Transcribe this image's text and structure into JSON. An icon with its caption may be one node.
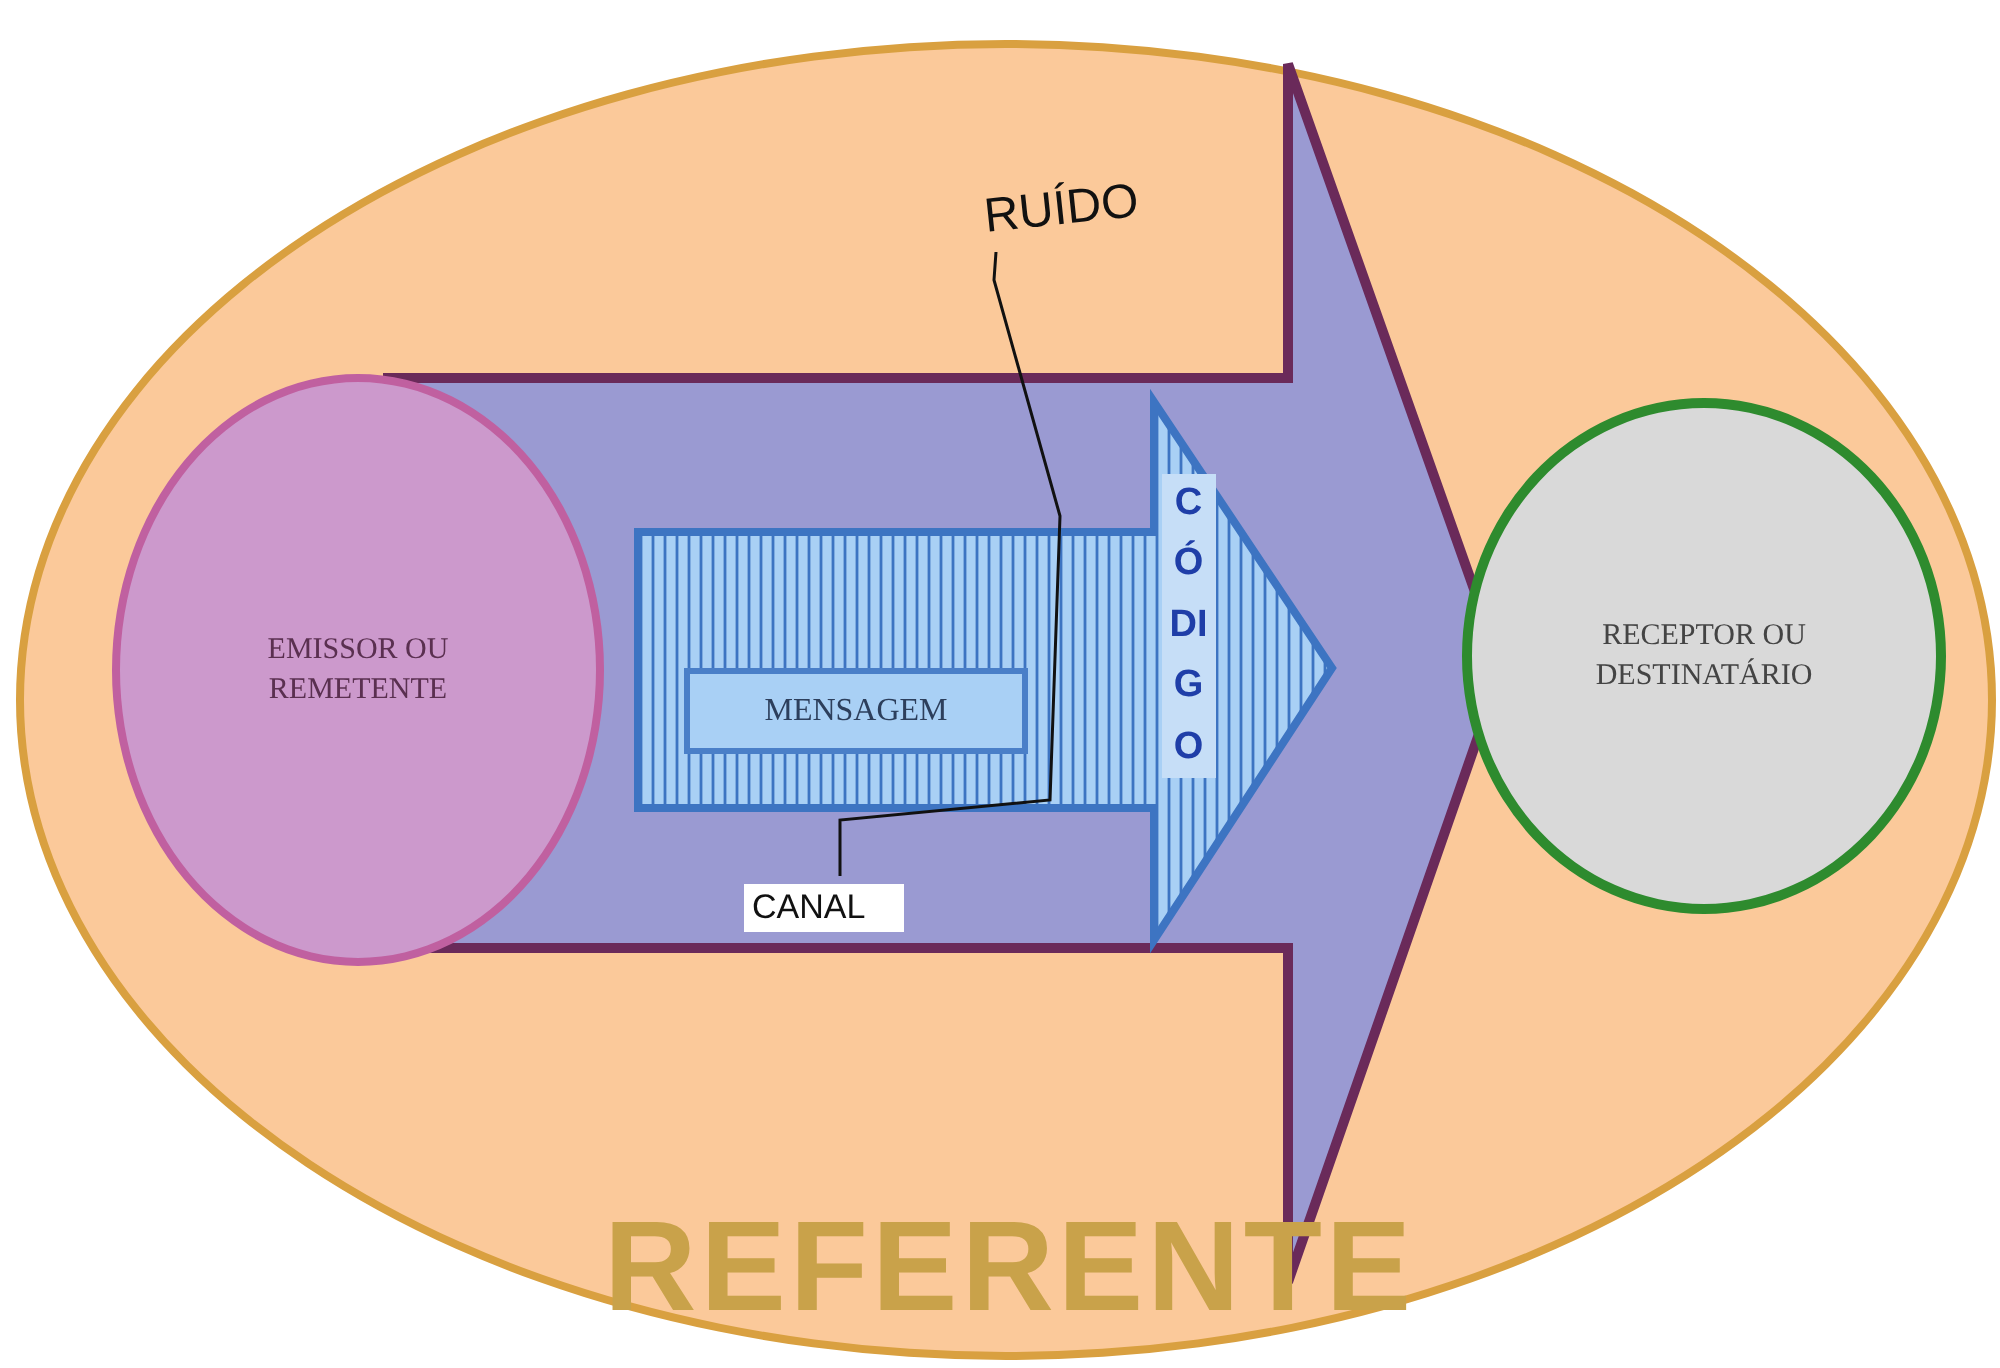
{
  "diagram": {
    "nodes": [
      {
        "text": [
          "REFERENTE"
        ]
      },
      {
        "text": [],
        "shape": "arrow",
        "in": 0
      },
      {
        "text": [
          "EMISSOR OU REMETENTE"
        ],
        "in": 0
      },
      {
        "text": [
          "RECEPTOR OU DESTINATÁRIO"
        ],
        "in": 0
      },
      {
        "text": [
          "CÓDIGO"
        ],
        "in": 1
      },
      {
        "text": [
          "MENSAGEM"
        ],
        "in": 4
      },
      {
        "text": [
          "RUÍDO"
        ],
        "in": 0
      },
      {
        "text": [
          "CANAL"
        ],
        "in": 1
      }
    ],
    "edges": [
      {
        "from": 6,
        "to": 7,
        "arrow": "none"
      }
    ]
  }
}
